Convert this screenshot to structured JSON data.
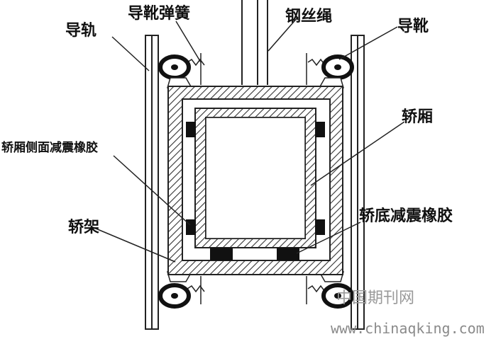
{
  "labels": {
    "guide_rail": "导轨",
    "guide_shoe_spring": "导靴弹簧",
    "wire_rope": "钢丝绳",
    "guide_shoe": "导靴",
    "car_cabin": "轿厢",
    "side_rubber": "轿厢侧面减震橡胶",
    "frame": "轿架",
    "bottom_rubber": "轿底减震橡胶"
  },
  "watermark": {
    "cn": "中国期刊网",
    "url": "www.chinaqking.com"
  },
  "colors": {
    "line": "#222222",
    "hatch": "#333333",
    "pad": "#111111",
    "watermark": "#9a9a9a"
  }
}
